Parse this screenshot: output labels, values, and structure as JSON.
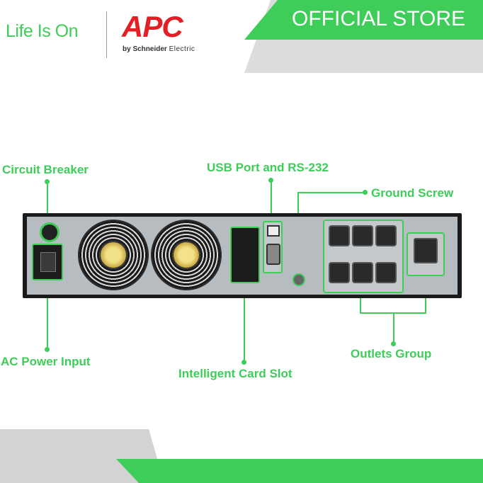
{
  "header": {
    "tagline": "Life Is On",
    "brand": "APC",
    "byline_by": "by Schneider",
    "byline_electric": "Electric",
    "store": "OFFICIAL STORE"
  },
  "labels": {
    "circuit_breaker": "Circuit Breaker",
    "usb_port": "USB Port and RS-232",
    "ground_screw": "Ground Screw",
    "ac_power_input": "AC Power Input",
    "intelligent_card_slot": "Intelligent Card Slot",
    "outlets_group": "Outlets Group"
  },
  "colors": {
    "accent_green": "#3dcd58",
    "apc_red": "#e31e24"
  }
}
